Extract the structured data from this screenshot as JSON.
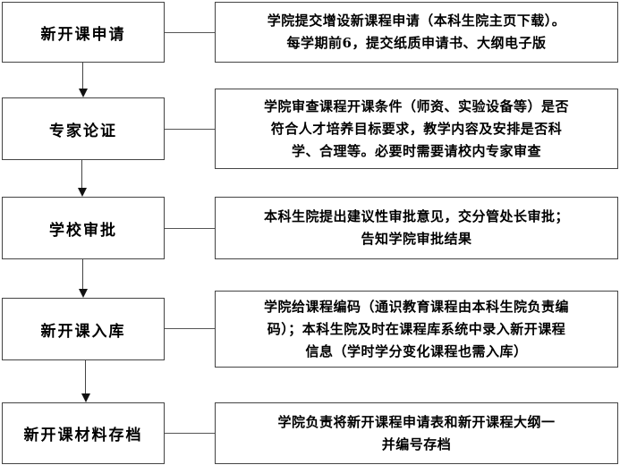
{
  "flowchart": {
    "steps": [
      {
        "label": "新开课申请",
        "note_lines": [
          "学院提交增设新课程申请（本科生院主页下载）。",
          "每学期前6，提交纸质申请书、大纲电子版"
        ]
      },
      {
        "label": "专家论证",
        "note_lines": [
          "学院审查课程开课条件（师资、实验设备等）是否",
          "符合人才培养目标要求，教学内容及安排是否科",
          "学、合理等。必要时需要请校内专家审查"
        ]
      },
      {
        "label": "学校审批",
        "note_lines": [
          "本科生院提出建议性审批意见，交分管处长审批；",
          "告知学院审批结果"
        ]
      },
      {
        "label": "新开课入库",
        "note_lines": [
          "学院给课程编码（通识教育课程由本科生院负责编",
          "码）；本科生院及时在课程库系统中录入新开课程",
          "信息（学时学分变化课程也需入库）"
        ]
      },
      {
        "label": "新开课材料存档",
        "note_lines": [
          "学院负责将新开课程申请表和新开课程大纲一",
          "并编号存档"
        ]
      }
    ]
  }
}
